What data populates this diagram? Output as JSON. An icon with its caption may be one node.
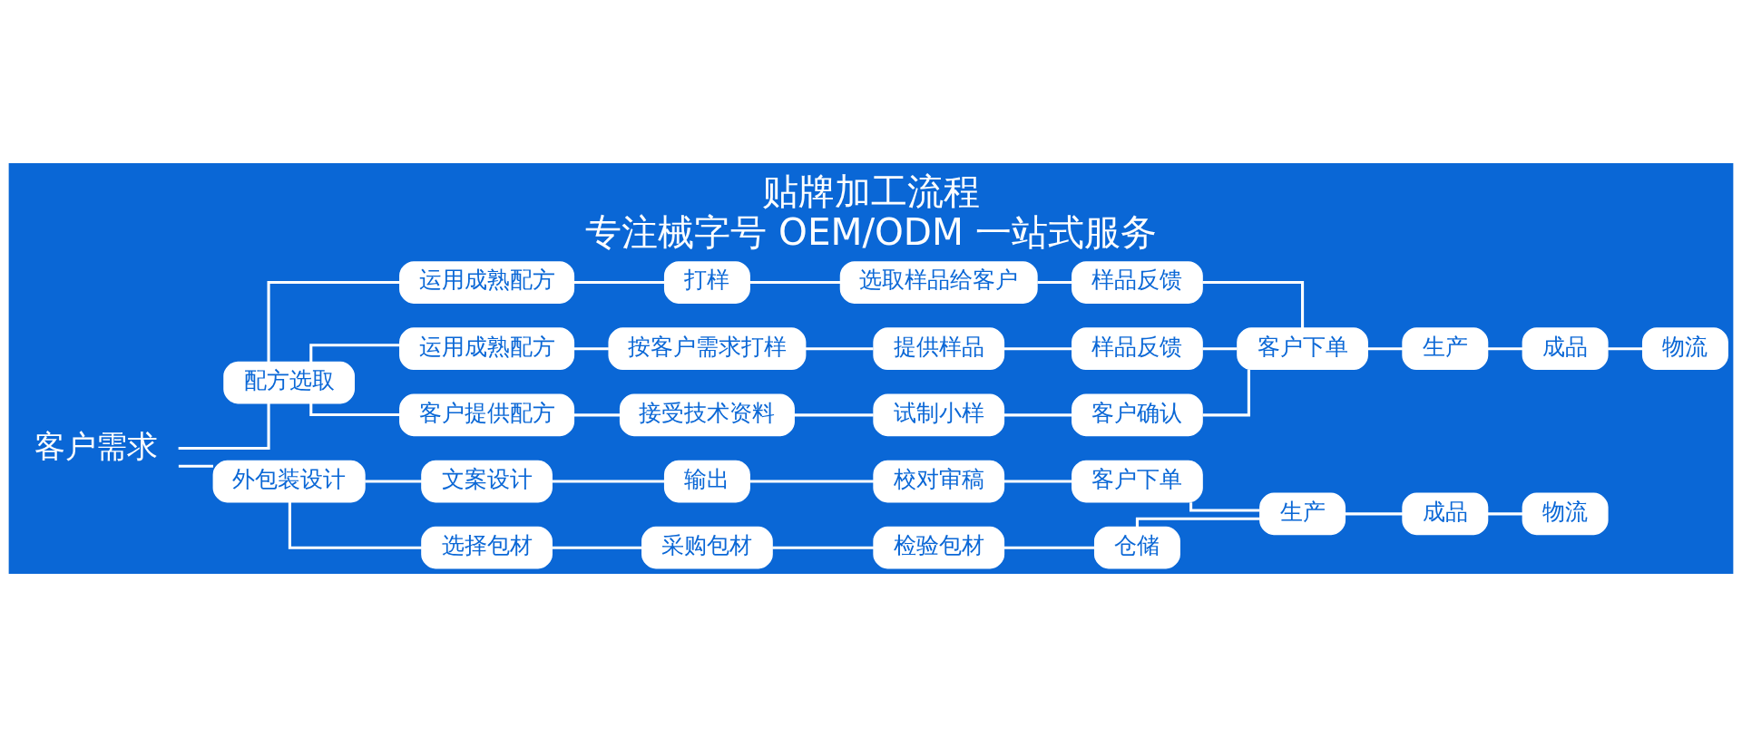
{
  "diagram": {
    "title": "贴牌加工流程",
    "caption": "专注械字号 OEM/ODM 一站式服务",
    "nodes": [
      {
        "text": [
          "客户需求"
        ]
      },
      {
        "text": [
          "配方选取"
        ]
      },
      {
        "text": [
          "运用成熟配方"
        ]
      },
      {
        "text": [
          "打样"
        ]
      },
      {
        "text": [
          "选取样品给客户"
        ]
      },
      {
        "text": [
          "样品反馈"
        ]
      },
      {
        "text": [
          "运用成熟配方"
        ]
      },
      {
        "text": [
          "按客户需求打样"
        ]
      },
      {
        "text": [
          "提供样品"
        ]
      },
      {
        "text": [
          "样品反馈"
        ]
      },
      {
        "text": [
          "客户下单"
        ]
      },
      {
        "text": [
          "生产"
        ]
      },
      {
        "text": [
          "成品"
        ]
      },
      {
        "text": [
          "物流"
        ]
      },
      {
        "text": [
          "客户提供配方"
        ]
      },
      {
        "text": [
          "接受技术资料"
        ]
      },
      {
        "text": [
          "试制小样"
        ]
      },
      {
        "text": [
          "客户确认"
        ]
      },
      {
        "text": [
          "外包装设计"
        ]
      },
      {
        "text": [
          "文案设计"
        ]
      },
      {
        "text": [
          "输出"
        ]
      },
      {
        "text": [
          "校对审稿"
        ]
      },
      {
        "text": [
          "客户下单"
        ]
      },
      {
        "text": [
          "生产"
        ]
      },
      {
        "text": [
          "成品"
        ]
      },
      {
        "text": [
          "物流"
        ]
      },
      {
        "text": [
          "选择包材"
        ]
      },
      {
        "text": [
          "采购包材"
        ]
      },
      {
        "text": [
          "检验包材"
        ]
      },
      {
        "text": [
          "仓储"
        ]
      }
    ],
    "edges": [
      {
        "from": 0,
        "to": 1,
        "arrow": "none"
      },
      {
        "from": 0,
        "to": 18,
        "arrow": "none"
      },
      {
        "from": 1,
        "to": 2,
        "arrow": "none"
      },
      {
        "from": 1,
        "to": 6,
        "arrow": "none"
      },
      {
        "from": 1,
        "to": 14,
        "arrow": "none"
      },
      {
        "from": 2,
        "to": 3,
        "arrow": "none"
      },
      {
        "from": 3,
        "to": 4,
        "arrow": "none"
      },
      {
        "from": 4,
        "to": 5,
        "arrow": "none"
      },
      {
        "from": 5,
        "to": 10,
        "arrow": "none"
      },
      {
        "from": 6,
        "to": 7,
        "arrow": "none"
      },
      {
        "from": 7,
        "to": 8,
        "arrow": "none"
      },
      {
        "from": 8,
        "to": 9,
        "arrow": "none"
      },
      {
        "from": 9,
        "to": 10,
        "arrow": "none"
      },
      {
        "from": 14,
        "to": 15,
        "arrow": "none"
      },
      {
        "from": 15,
        "to": 16,
        "arrow": "none"
      },
      {
        "from": 16,
        "to": 17,
        "arrow": "none"
      },
      {
        "from": 17,
        "to": 10,
        "arrow": "none"
      },
      {
        "from": 10,
        "to": 11,
        "arrow": "none"
      },
      {
        "from": 11,
        "to": 12,
        "arrow": "none"
      },
      {
        "from": 12,
        "to": 13,
        "arrow": "none"
      },
      {
        "from": 18,
        "to": 19,
        "arrow": "none"
      },
      {
        "from": 18,
        "to": 26,
        "arrow": "none"
      },
      {
        "from": 19,
        "to": 20,
        "arrow": "none"
      },
      {
        "from": 20,
        "to": 21,
        "arrow": "none"
      },
      {
        "from": 21,
        "to": 22,
        "arrow": "none"
      },
      {
        "from": 22,
        "to": 23,
        "arrow": "none"
      },
      {
        "from": 23,
        "to": 24,
        "arrow": "none"
      },
      {
        "from": 24,
        "to": 25,
        "arrow": "none"
      },
      {
        "from": 26,
        "to": 27,
        "arrow": "none"
      },
      {
        "from": 27,
        "to": 28,
        "arrow": "none"
      },
      {
        "from": 28,
        "to": 29,
        "arrow": "none"
      },
      {
        "from": 29,
        "to": 23,
        "arrow": "none"
      }
    ]
  }
}
